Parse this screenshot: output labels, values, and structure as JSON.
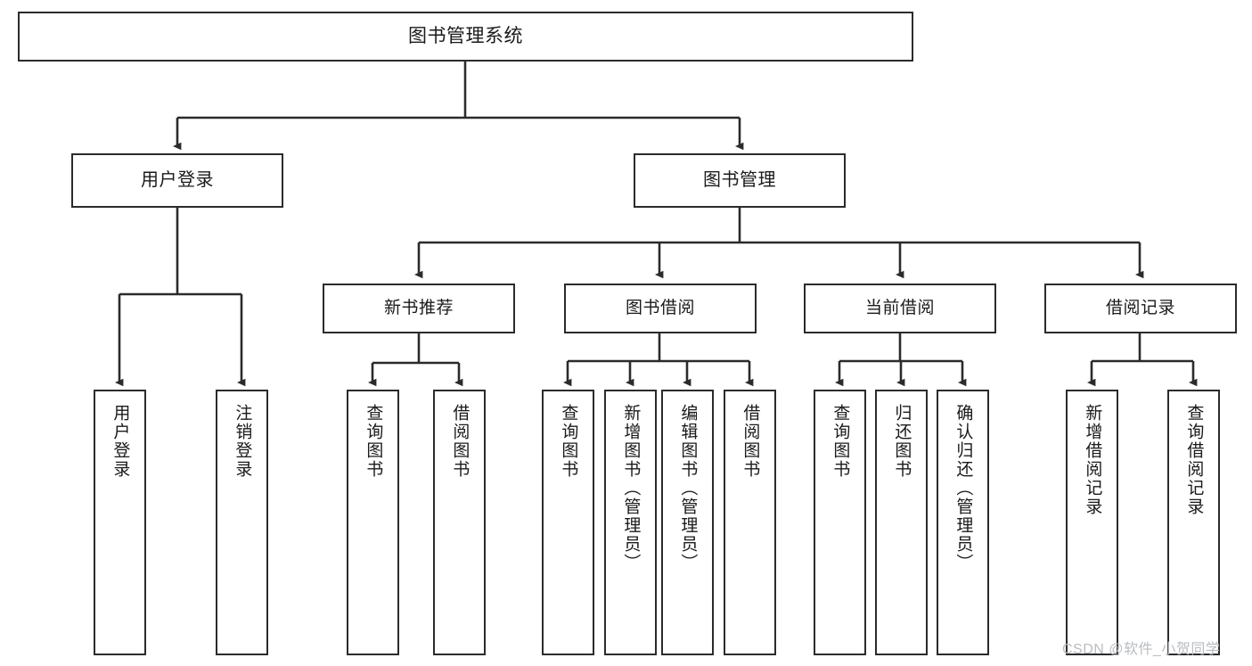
{
  "diagram": {
    "title": "图书管理系统",
    "type": "tree-hierarchy",
    "watermark": "CSDN @软件_小贺同学",
    "style": {
      "box_border_color": "#2b2b2b",
      "box_fill_color": "#ffffff",
      "line_color": "#2b2b2b",
      "text_color": "#1a1a1a",
      "background": "#ffffff",
      "watermark_color": "#b9bcc0"
    },
    "root": {
      "id": "root",
      "label": "图书管理系统"
    },
    "level2": [
      {
        "id": "user-login",
        "label": "用户登录"
      },
      {
        "id": "book-manage",
        "label": "图书管理"
      }
    ],
    "level3": [
      {
        "id": "new-book-rec",
        "label": "新书推荐",
        "parent": "book-manage"
      },
      {
        "id": "book-borrow",
        "label": "图书借阅",
        "parent": "book-manage"
      },
      {
        "id": "current-borrow",
        "label": "当前借阅",
        "parent": "book-manage"
      },
      {
        "id": "borrow-record",
        "label": "借阅记录",
        "parent": "book-manage"
      }
    ],
    "leaves": [
      {
        "id": "leaf-user-login",
        "label": "用户登录",
        "parent": "user-login"
      },
      {
        "id": "leaf-user-logout",
        "label": "注销登录",
        "parent": "user-login"
      },
      {
        "id": "leaf-rec-query",
        "label": "查询图书",
        "parent": "new-book-rec"
      },
      {
        "id": "leaf-rec-borrow",
        "label": "借阅图书",
        "parent": "new-book-rec"
      },
      {
        "id": "leaf-borrow-query",
        "label": "查询图书",
        "parent": "book-borrow"
      },
      {
        "id": "leaf-borrow-add",
        "label": "新增图书（管理员）",
        "parent": "book-borrow"
      },
      {
        "id": "leaf-borrow-edit",
        "label": "编辑图书（管理员）",
        "parent": "book-borrow"
      },
      {
        "id": "leaf-borrow-lend",
        "label": "借阅图书",
        "parent": "book-borrow"
      },
      {
        "id": "leaf-cur-query",
        "label": "查询图书",
        "parent": "current-borrow"
      },
      {
        "id": "leaf-cur-return",
        "label": "归还图书",
        "parent": "current-borrow"
      },
      {
        "id": "leaf-cur-confirm",
        "label": "确认归还（管理员）",
        "parent": "current-borrow"
      },
      {
        "id": "leaf-rec-add",
        "label": "新增借阅记录",
        "parent": "borrow-record"
      },
      {
        "id": "leaf-rec-search",
        "label": "查询借阅记录",
        "parent": "borrow-record"
      }
    ]
  }
}
